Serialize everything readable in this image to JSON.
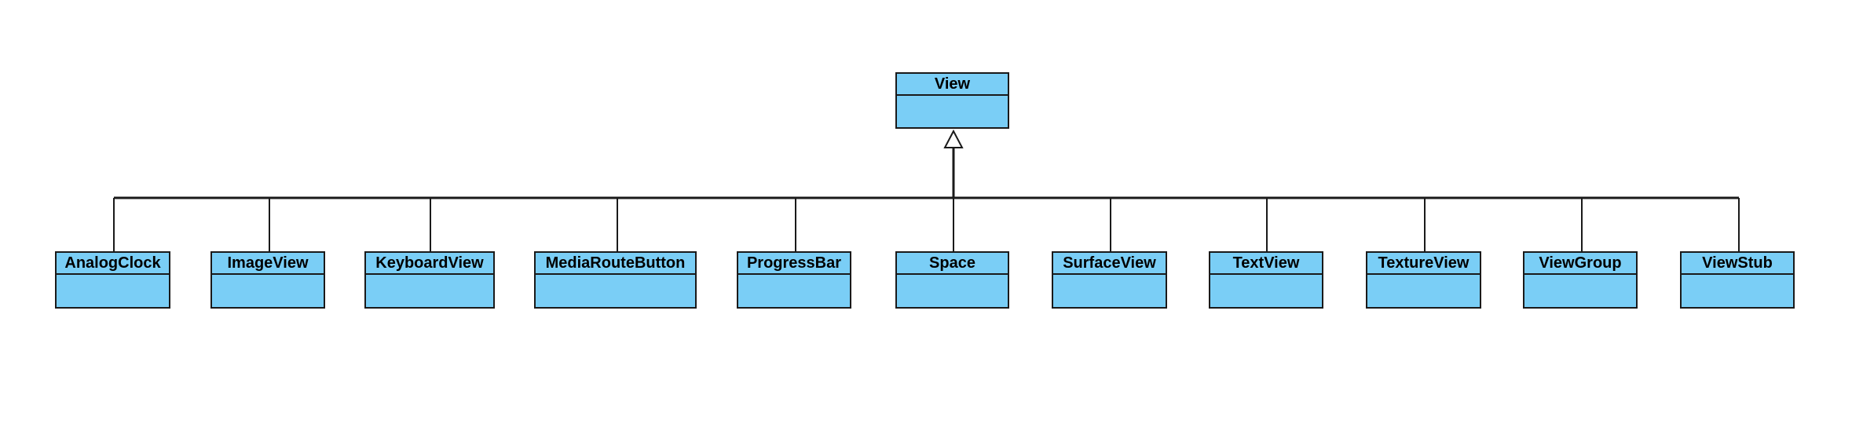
{
  "diagram": {
    "parent": {
      "name": "View"
    },
    "children": [
      {
        "name": "AnalogClock"
      },
      {
        "name": "ImageView"
      },
      {
        "name": "KeyboardView"
      },
      {
        "name": "MediaRouteButton"
      },
      {
        "name": "ProgressBar"
      },
      {
        "name": "Space"
      },
      {
        "name": "SurfaceView"
      },
      {
        "name": "TextView"
      },
      {
        "name": "TextureView"
      },
      {
        "name": "ViewGroup"
      },
      {
        "name": "ViewStub"
      }
    ],
    "relationship": "generalization",
    "colors": {
      "class_fill": "#7acef6",
      "stroke": "#1a1a1a",
      "background": "#ffffff"
    }
  }
}
